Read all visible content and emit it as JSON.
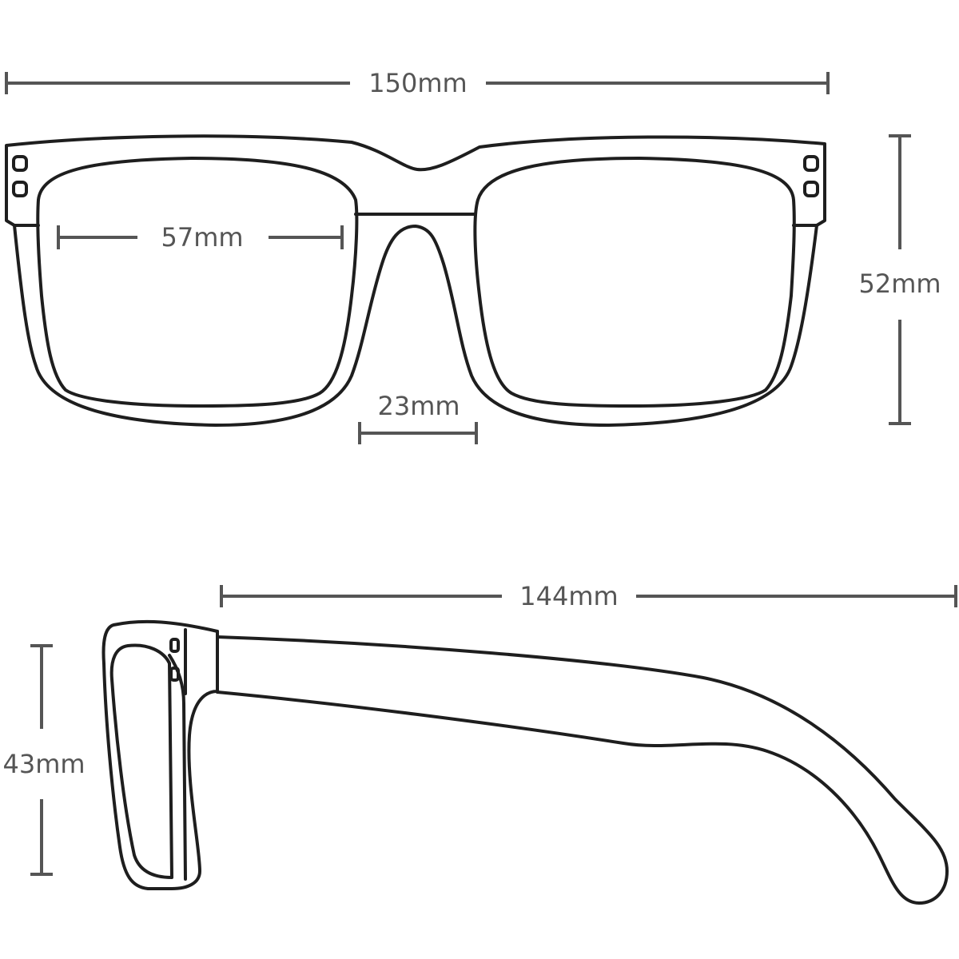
{
  "colors": {
    "outline": "#1e1e1e",
    "dimension": "#555555",
    "background": "#ffffff"
  },
  "dimensions": {
    "total_width": "150mm",
    "lens_width": "57mm",
    "bridge_width": "23mm",
    "lens_height": "52mm",
    "temple_length": "144mm",
    "side_height": "43mm"
  }
}
